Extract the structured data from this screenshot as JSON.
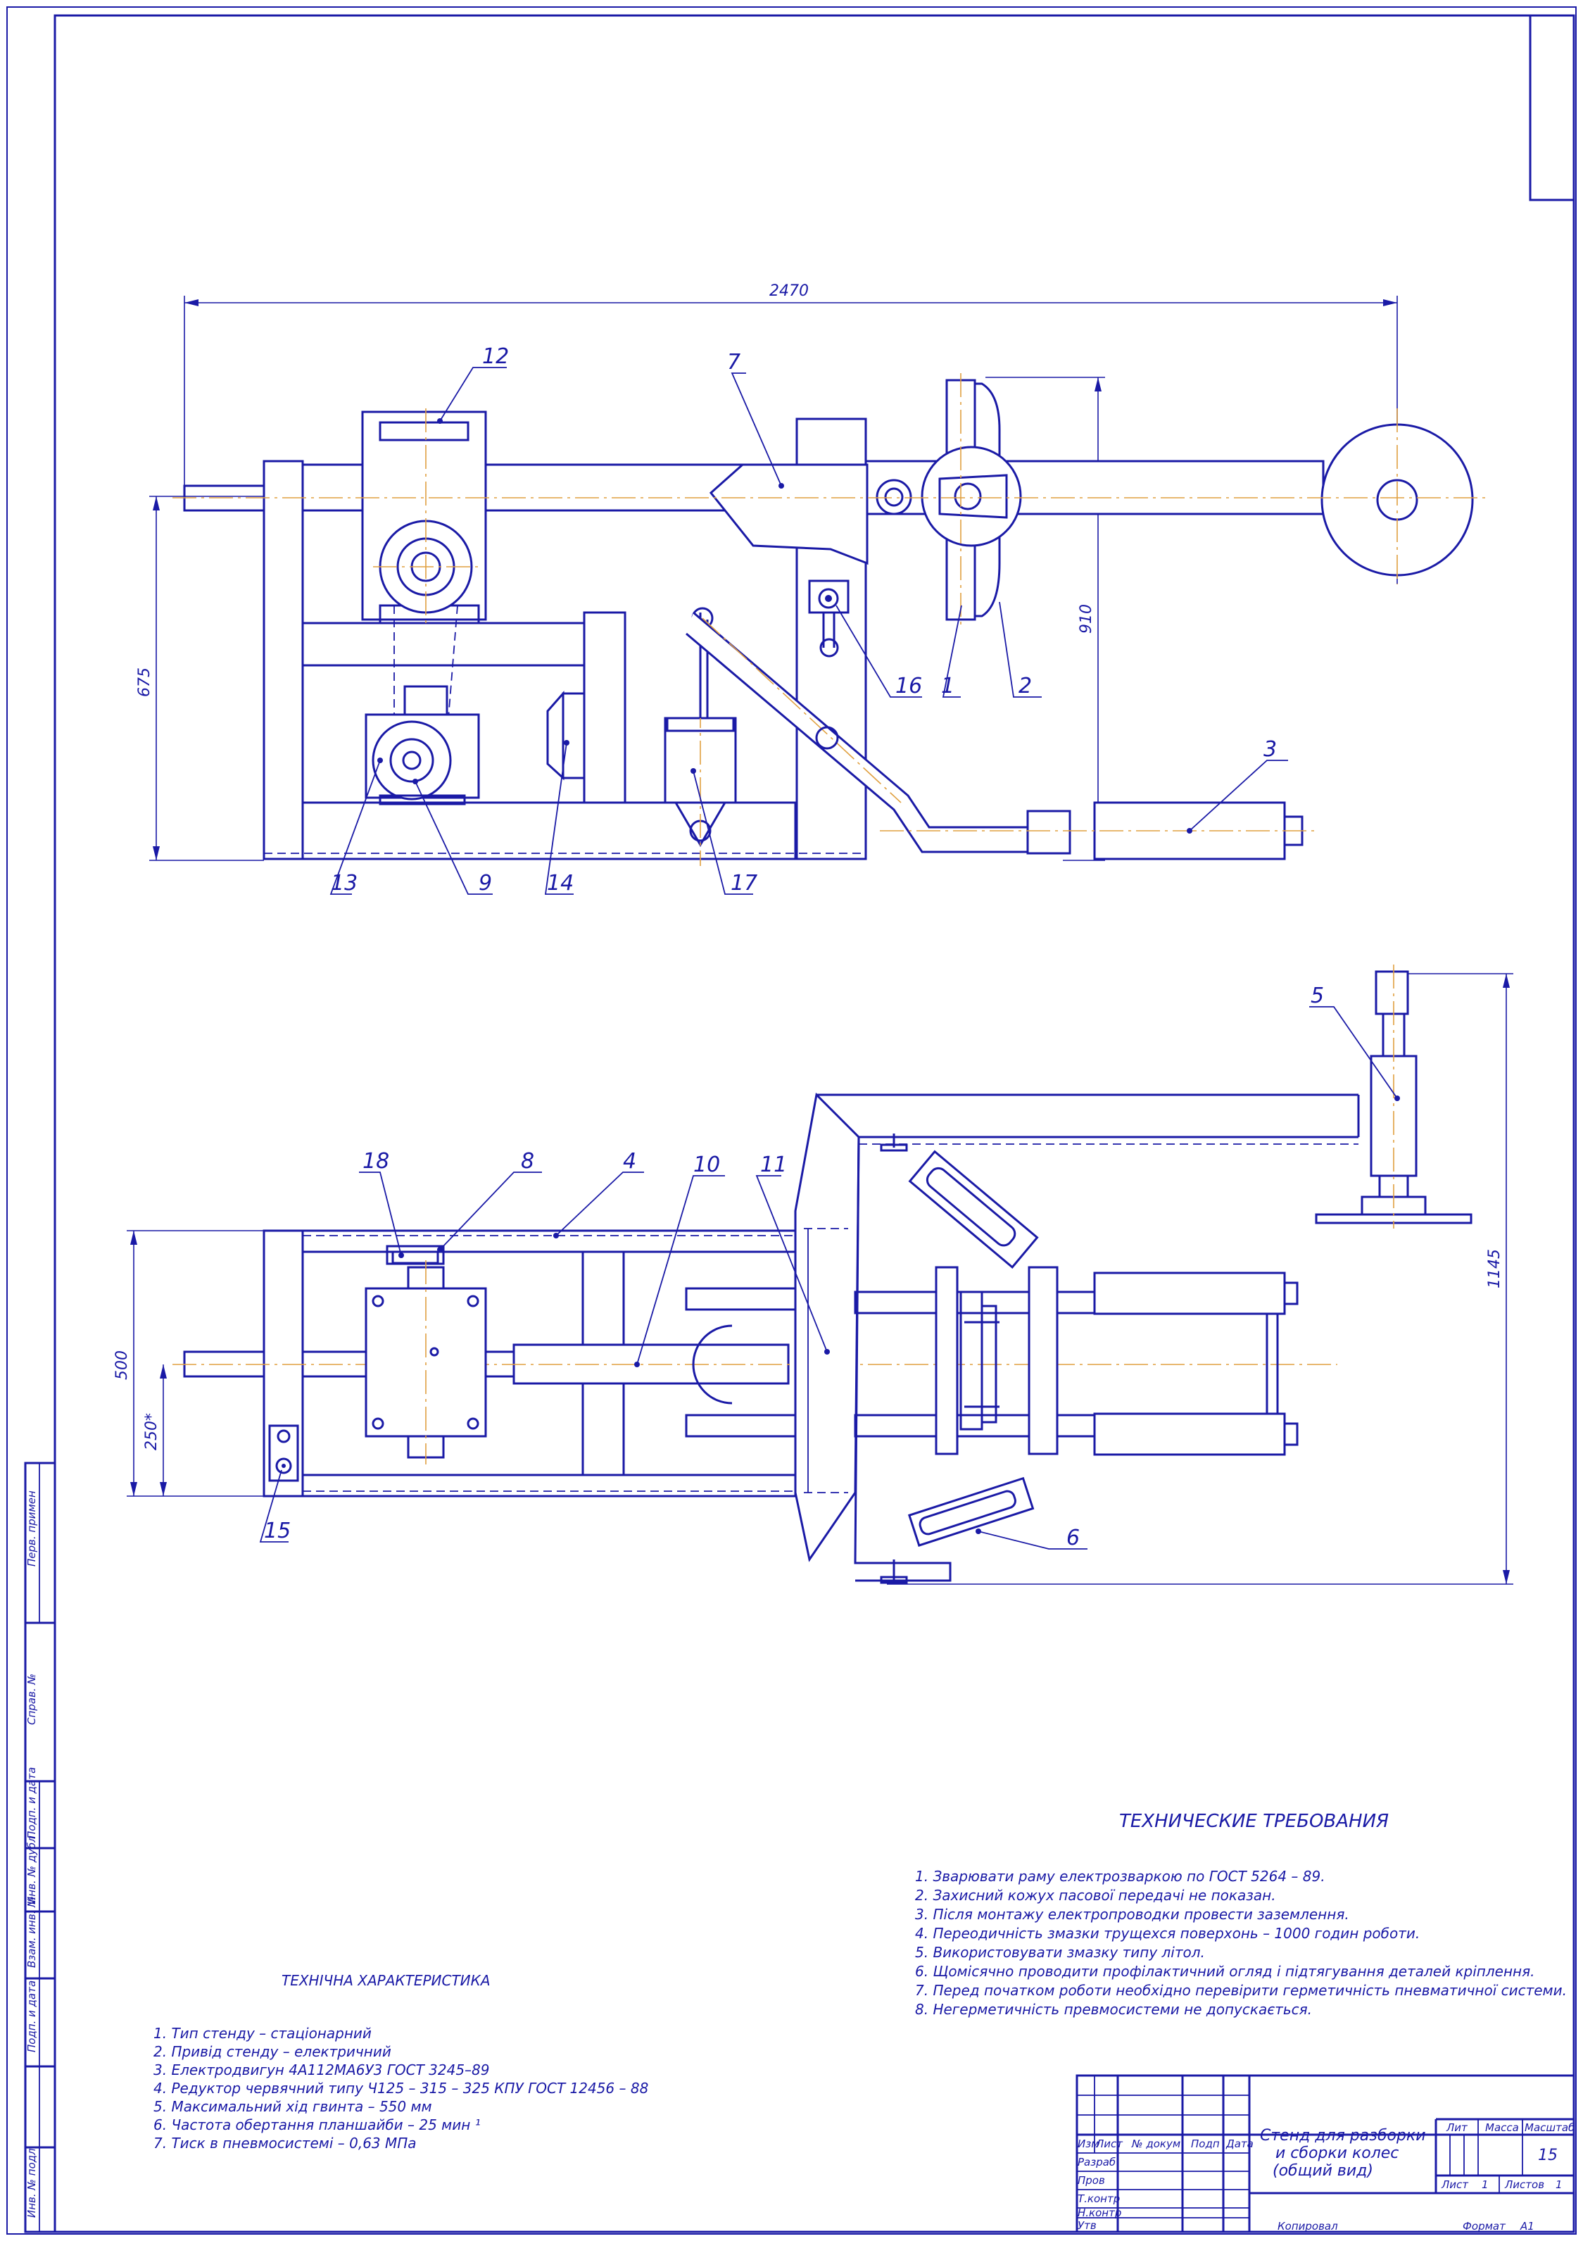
{
  "drawing": {
    "dimensions": {
      "overall_length": "2470",
      "height_left": "675",
      "height_right": "910",
      "width_top": "500",
      "width_half": "250*",
      "height_plan": "1145"
    },
    "callouts": [
      "1",
      "2",
      "3",
      "4",
      "5",
      "6",
      "7",
      "8",
      "9",
      "10",
      "11",
      "12",
      "13",
      "14",
      "15",
      "16",
      "17",
      "18"
    ]
  },
  "tech_requirements": {
    "heading": "ТЕХНИЧЕСКИЕ ТРЕБОВАНИЯ",
    "items": [
      "1. Зварювати раму електрозваркою по ГОСТ 5264 – 89.",
      "2. Захисний кожух пасової передачі не показан.",
      "3. Після монтажу електропроводки провести заземлення.",
      "4. Переодичність змазки трущехся поверхонь – 1000 годин роботи.",
      "5. Використовувати змазку типу літол.",
      "6. Щомісячно проводити профілактичний огляд і підтягування деталей кріплення.",
      "7. Перед початком роботи необхідно перевірити герметичність пневматичної системи.",
      "8. Негерметичність превмосистеми не допускається."
    ]
  },
  "tech_characteristics": {
    "heading": "ТЕХНІЧНА ХАРАКТЕРИСТИКА",
    "items": [
      "1. Тип стенду – стаціонарний",
      "2. Привід стенду – електричний",
      "3. Електродвигун 4А112МА6У3 ГОСТ 3245–89",
      "4. Редуктор червячний типу Ч125 – 315 – 325 КПУ ГОСТ 12456 – 88",
      "5. Максимальний хід гвинта – 550 мм",
      "6. Частота обертання планшайби – 25 мин ¹",
      "7. Тиск в пневмосистемі – 0,63 МПа"
    ]
  },
  "title_block": {
    "title_line1": "Стенд для разборки",
    "title_line2": "и сборки колес",
    "title_line3": "(общий вид)",
    "col_izm": "Изм",
    "col_list": "Лист",
    "col_doc": "№ докум",
    "col_podp": "Подп",
    "col_data": "Дата",
    "row_razrab": "Разраб",
    "row_prov": "Пров",
    "row_tkontr": "Т.контр",
    "row_nkontr": "Н.контр",
    "row_utv": "Утв",
    "lit": "Лит",
    "massa": "Масса",
    "masshtab": "Масштаб",
    "scale_value": "15",
    "sheet_label": "Лист",
    "sheet_value": "1",
    "sheets_label": "Листов",
    "sheets_value": "1",
    "copied": "Копировал",
    "format_label": "Формат",
    "format_value": "A1"
  },
  "side_stamps": [
    "Перв. примен",
    "Справ. №",
    "Подп. и дата",
    "Инв. № дубл",
    "Взам. инв. №",
    "Подп. и дата",
    "Инв. № подл"
  ]
}
